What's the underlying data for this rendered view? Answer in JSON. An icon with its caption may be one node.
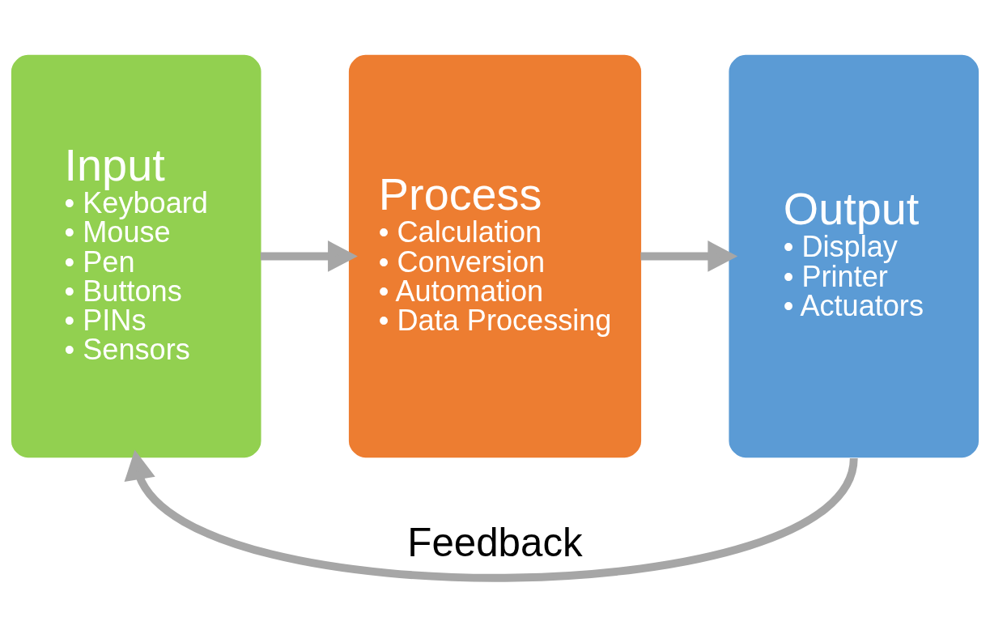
{
  "diagram": {
    "nodes": [
      {
        "text": [
          "Input",
          "• Keyboard",
          "• Mouse",
          "• Pen",
          "• Buttons",
          "• PINs",
          "• Sensors"
        ]
      },
      {
        "text": [
          "Process",
          "• Calculation",
          "• Conversion",
          "• Automation",
          "• Data Processing"
        ]
      },
      {
        "text": [
          "Output",
          "• Display",
          "• Printer",
          "• Actuators"
        ]
      }
    ],
    "edges": [
      {
        "from": 0,
        "to": 1,
        "arrow": "to"
      },
      {
        "from": 1,
        "to": 2,
        "arrow": "to"
      },
      {
        "from": 2,
        "to": 0,
        "arrow": "to",
        "label": "Feedback"
      }
    ]
  }
}
